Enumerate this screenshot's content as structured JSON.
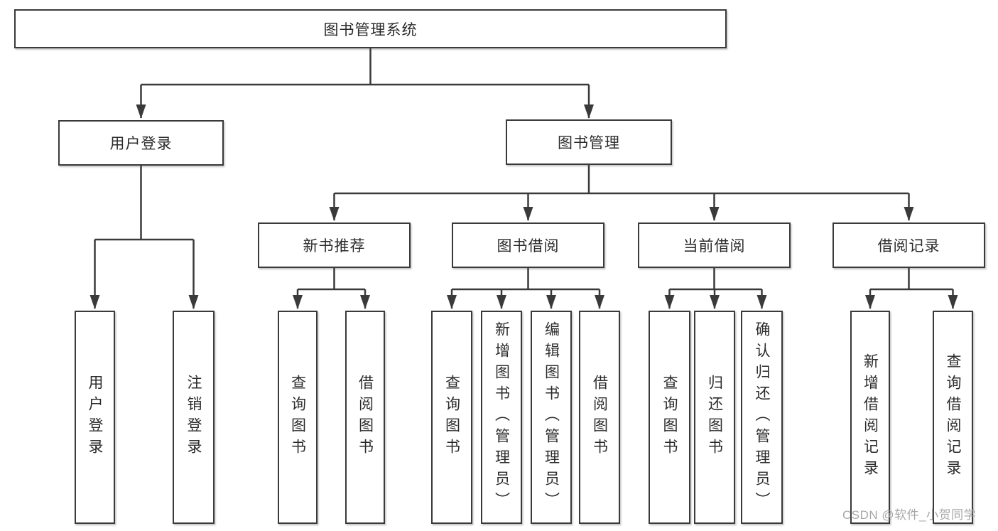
{
  "diagram": {
    "root": {
      "label": "图书管理系统"
    },
    "branches": [
      {
        "label": "用户登录",
        "children": [
          "用户登录",
          "注销登录"
        ]
      },
      {
        "label": "图书管理",
        "sections": [
          {
            "label": "新书推荐",
            "children": [
              "查询图书",
              "借阅图书"
            ]
          },
          {
            "label": "图书借阅",
            "children": [
              "查询图书",
              "新增图书（管理员）",
              "编辑图书（管理员）",
              "借阅图书"
            ]
          },
          {
            "label": "当前借阅",
            "children": [
              "查询图书",
              "归还图书",
              "确认归还（管理员）"
            ]
          },
          {
            "label": "借阅记录",
            "children": [
              "新增借阅记录",
              "查询借阅记录"
            ]
          }
        ]
      }
    ],
    "watermark": "CSDN @软件_小贺同学"
  },
  "colors": {
    "line": "#3a3a3a",
    "text": "#2b2b2b",
    "watermark": "#9e9e9e",
    "background": "#ffffff"
  }
}
